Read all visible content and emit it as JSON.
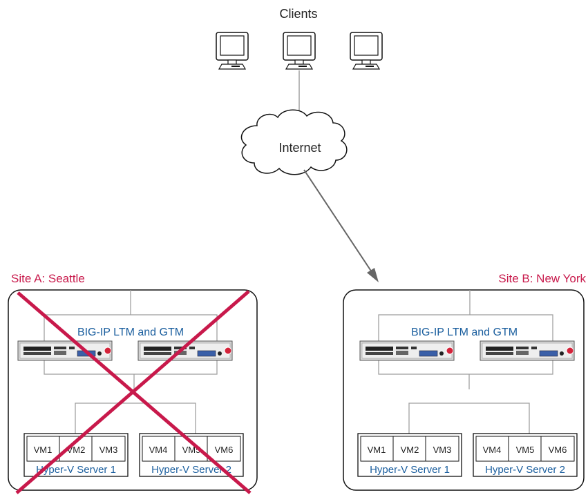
{
  "clients_label": "Clients",
  "internet_label": "Internet",
  "colors": {
    "site_label": "#c8194b",
    "bigip_label": "#1a5e9e",
    "server_label": "#1a5e9e",
    "line": "#a0a0a0",
    "strike": "#c8194b"
  },
  "site_a": {
    "label": "Site A: Seattle",
    "status": "failed",
    "bigip_label": "BIG-IP LTM and GTM",
    "servers": [
      {
        "label": "Hyper-V Server 1",
        "vms": [
          "VM1",
          "VM2",
          "VM3"
        ]
      },
      {
        "label": "Hyper-V Server 2",
        "vms": [
          "VM4",
          "VM5",
          "VM6"
        ]
      }
    ]
  },
  "site_b": {
    "label": "Site B: New York",
    "bigip_label": "BIG-IP LTM and GTM",
    "servers": [
      {
        "label": "Hyper-V Server 1",
        "vms": [
          "VM1",
          "VM2",
          "VM3"
        ]
      },
      {
        "label": "Hyper-V Server 2",
        "vms": [
          "VM4",
          "VM5",
          "VM6"
        ]
      }
    ]
  }
}
